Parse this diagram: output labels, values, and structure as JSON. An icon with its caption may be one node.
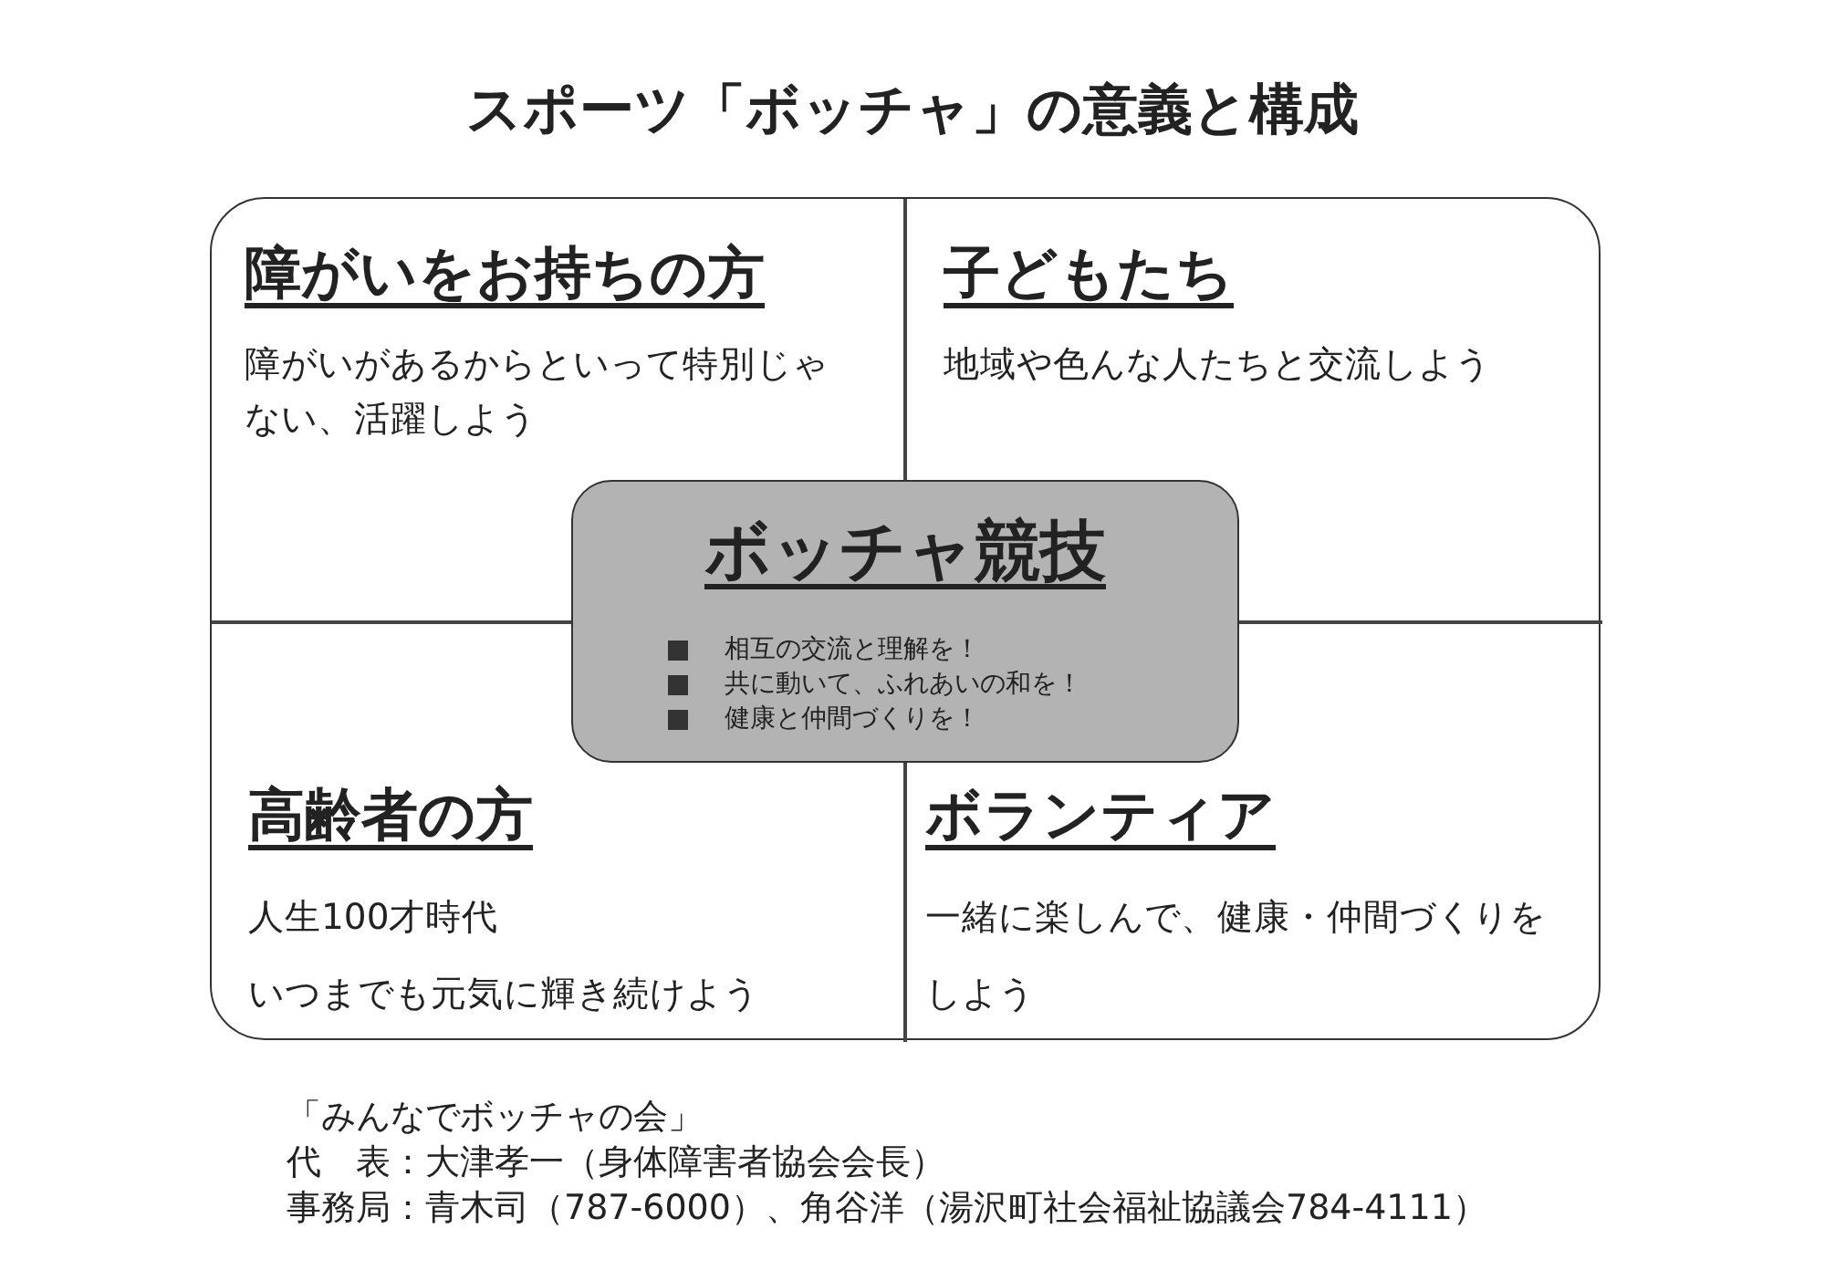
{
  "diagram": {
    "title": "スポーツ「ボッチャ」の意義と構成",
    "nodes": [
      {
        "text": [],
        "shape": "box"
      },
      {
        "text": [
          "障がいをお持ちの方",
          "障がいがあるからといって特別じゃない、活躍しよう"
        ],
        "in": 0
      },
      {
        "text": [
          "子どもたち",
          "地域や色んな人たちと交流しよう"
        ],
        "in": 0
      },
      {
        "text": [
          "高齢者の方",
          "人生100才時代",
          "いつまでも元気に輝き続けよう"
        ],
        "in": 0
      },
      {
        "text": [
          "ボランティア",
          "一緒に楽しんで、健康・仲間づくりをしよう"
        ],
        "in": 0
      },
      {
        "text": [
          "ボッチャ競技",
          "相互の交流と理解を！",
          "共に動いて、ふれあいの和を！",
          "健康と仲間づくりを！"
        ],
        "in": 0
      }
    ],
    "edges": [],
    "labels": [
      "「みんなでボッチャの会」",
      "代　表：大津孝一（身体障害者協会会長）",
      "事務局：青木司（787-6000）、角谷洋（湯沢町社会福祉協議会784-4111）"
    ]
  }
}
